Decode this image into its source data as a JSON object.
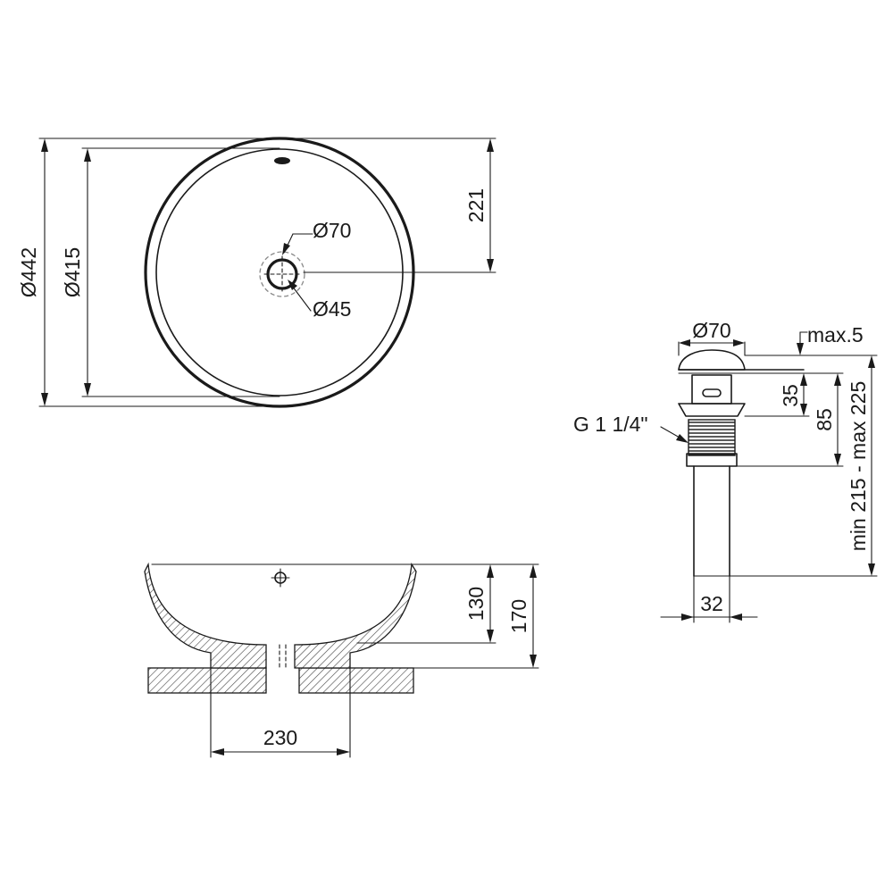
{
  "dimensions": {
    "outer_diameter": "Ø442",
    "inner_diameter": "Ø415",
    "drain_offset": "221",
    "drain_outer": "Ø70",
    "drain_inner": "Ø45",
    "basin_depth": "130",
    "total_height": "170",
    "base_width": "230",
    "waste_cap": "Ø70",
    "waste_max": "max.5",
    "waste_35": "35",
    "waste_85": "85",
    "waste_thread": "G 1 1/4\"",
    "waste_range": "min 215 - max 225",
    "waste_pipe": "32"
  }
}
